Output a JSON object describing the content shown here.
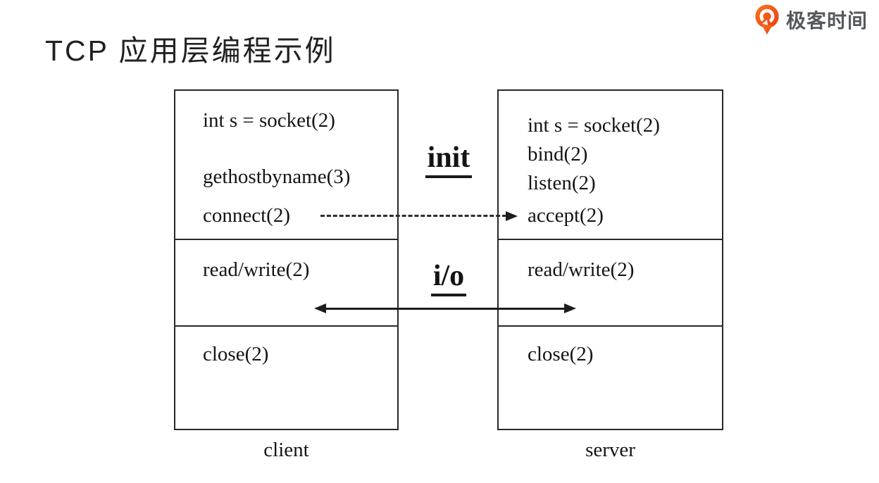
{
  "header": {
    "title": "TCP 应用层编程示例"
  },
  "logo": {
    "text": "极客时间",
    "brand_orange": "#f25c1b",
    "text_color": "#55585c"
  },
  "diagram": {
    "client": {
      "label": "client",
      "init_calls": [
        "int s = socket(2)",
        "gethostbyname(3)",
        "connect(2)"
      ],
      "io_call": "read/write(2)",
      "close_call": "close(2)"
    },
    "server": {
      "label": "server",
      "init_calls": [
        "int s = socket(2)",
        "bind(2)",
        "listen(2)",
        "accept(2)"
      ],
      "io_call": "read/write(2)",
      "close_call": "close(2)"
    },
    "phases": [
      {
        "label": "init",
        "arrow_style": "dashed",
        "direction": "right",
        "from": "connect(2)",
        "to": "accept(2)"
      },
      {
        "label": "i/o",
        "arrow_style": "solid",
        "direction": "both",
        "from": "read/write(2)",
        "to": "read/write(2)"
      }
    ]
  }
}
